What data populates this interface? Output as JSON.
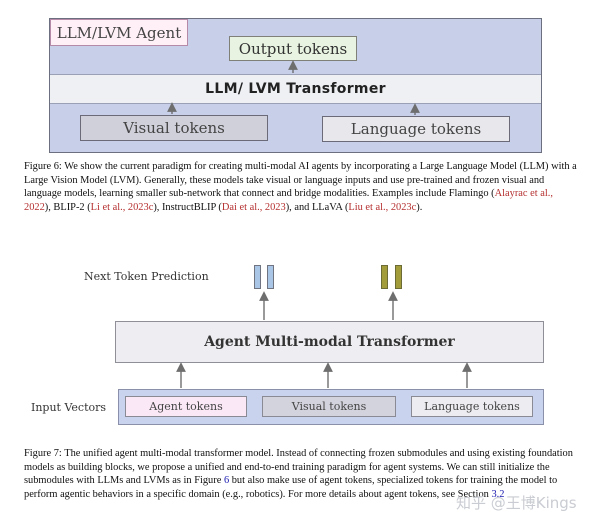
{
  "figure6": {
    "agent_label": "LLM/LVM Agent",
    "output_tokens": "Output tokens",
    "transformer": "LLM/ LVM Transformer",
    "visual_tokens": "Visual tokens",
    "language_tokens": "Language tokens",
    "caption": {
      "p1": "Figure 6: We show the current paradigm for creating multi-modal AI agents by incorporating a Large Language Model (LLM) with a Large Vision Model (LVM). Generally, these models take visual or language inputs and use pre-trained and frozen visual and language models, learning smaller sub-network that connect and bridge modalities. Examples include Flamingo (",
      "r1a": "Alayrac et al.,",
      "r1b": "2022",
      "p2": "), BLIP-2 (",
      "r2a": "Li et al.,",
      "r2b": "2023c",
      "p3": "), InstructBLIP (",
      "r3a": "Dai et al.,",
      "r3b": "2023",
      "p4": "), and LLaVA (",
      "r4a": "Liu et al.,",
      "r4b": "2023c",
      "p5": ")."
    }
  },
  "figure7": {
    "next_token": "Next Token Prediction",
    "transformer": "Agent Multi-modal Transformer",
    "input_vectors": "Input Vectors",
    "agent_tokens": "Agent tokens",
    "visual_tokens": "Visual tokens",
    "language_tokens": "Language tokens",
    "caption": {
      "p1": "Figure 7: The unified agent multi-modal transformer model. Instead of connecting frozen submodules and using existing foundation models as building blocks, we propose a unified and end-to-end training paradigm for agent systems. We can still initialize the submodules with LLMs and LVMs as in Figure ",
      "fig_ref": "6",
      "p2": " but also make use of agent tokens, specialized tokens for training the model to perform agentic behaviors in a specific domain (e.g., robotics). For more details about agent tokens, see Section ",
      "sec_ref": "3.2"
    }
  },
  "watermark": "知乎 @王博Kings",
  "colors": {
    "fig6_bg": "#c7cfe9",
    "output_box": "#e8f4e1",
    "agent_box": "#fff0f7",
    "token_blue": "#a9c6e6",
    "token_olive": "#a29c3a",
    "citation_red": "#b53030",
    "ref_blue": "#1a1ab0"
  }
}
